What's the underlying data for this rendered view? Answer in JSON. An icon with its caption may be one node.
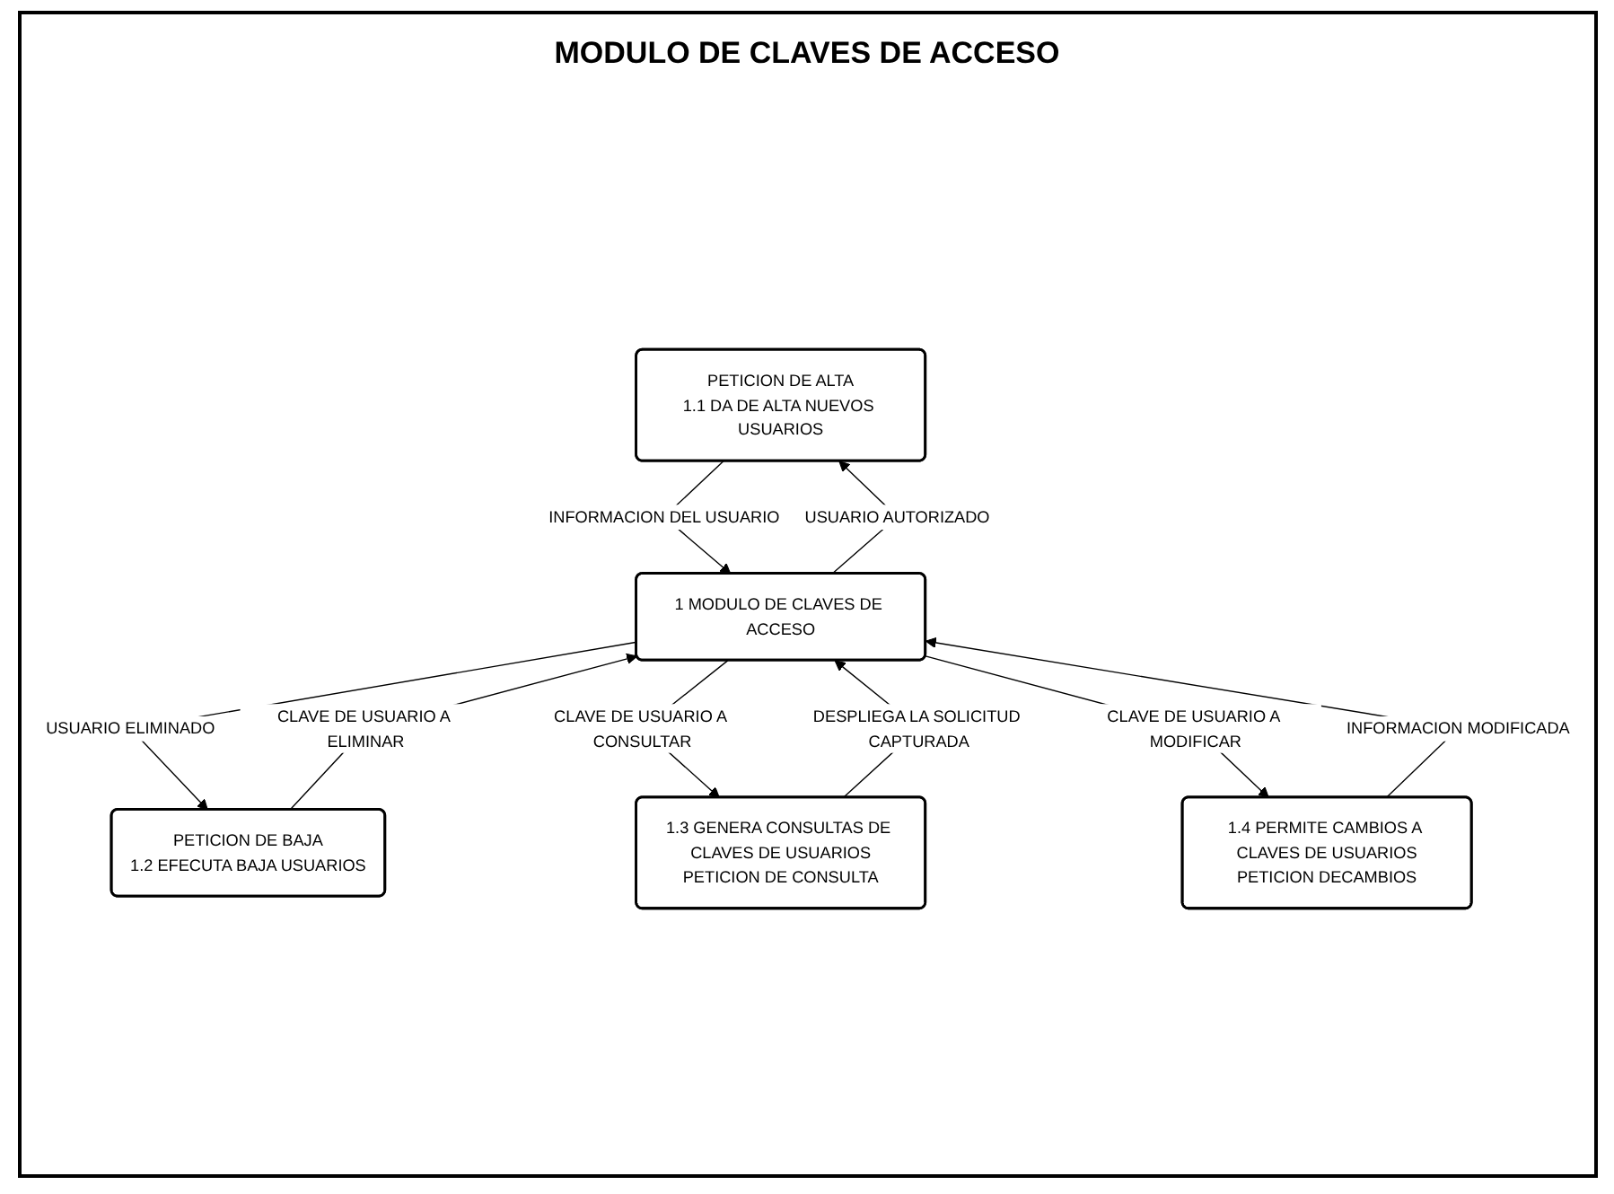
{
  "diagram": {
    "title": "MODULO DE CLAVES DE ACCESO",
    "nodes": [
      {
        "text": [
          "PETICION DE ALTA",
          "1.1 DA DE ALTA NUEVOS USUARIOS"
        ]
      },
      {
        "text": [
          "PETICION DE BAJA",
          "1.2 EFECUTA BAJA USUARIOS"
        ]
      },
      {
        "text": [
          "1 MODULO DE CLAVES DE ACCESO"
        ]
      },
      {
        "text": [
          "1.3 GENERA CONSULTAS DE CLAVES DE USUARIOS",
          "PETICION DE CONSULTA"
        ]
      },
      {
        "text": [
          "1.4 PERMITE CAMBIOS A CLAVES DE USUARIOS",
          "PETICION DECAMBIOS"
        ]
      }
    ],
    "edges": [
      {
        "from": 0,
        "to": 2,
        "arrow": "to",
        "label": "INFORMACION DEL USUARIO"
      },
      {
        "from": 2,
        "to": 0,
        "arrow": "to",
        "label": "USUARIO AUTORIZADO"
      },
      {
        "from": 1,
        "to": 2,
        "arrow": "to",
        "label": "CLAVE DE USUARIO A ELIMINAR"
      },
      {
        "from": 2,
        "to": 1,
        "arrow": "to",
        "label": "USUARIO ELIMINADO"
      },
      {
        "from": 2,
        "to": 3,
        "arrow": "to",
        "label": "CLAVE DE USUARIO A CONSULTAR"
      },
      {
        "from": 3,
        "to": 2,
        "arrow": "to",
        "label": "DESPLIEGA LA SOLICITUD CAPTURADA"
      },
      {
        "from": 2,
        "to": 4,
        "arrow": "to",
        "label": "CLAVE DE USUARIO A MODIFICAR"
      },
      {
        "from": 4,
        "to": 2,
        "arrow": "to",
        "label": "INFORMACION MODIFICADA"
      }
    ]
  }
}
